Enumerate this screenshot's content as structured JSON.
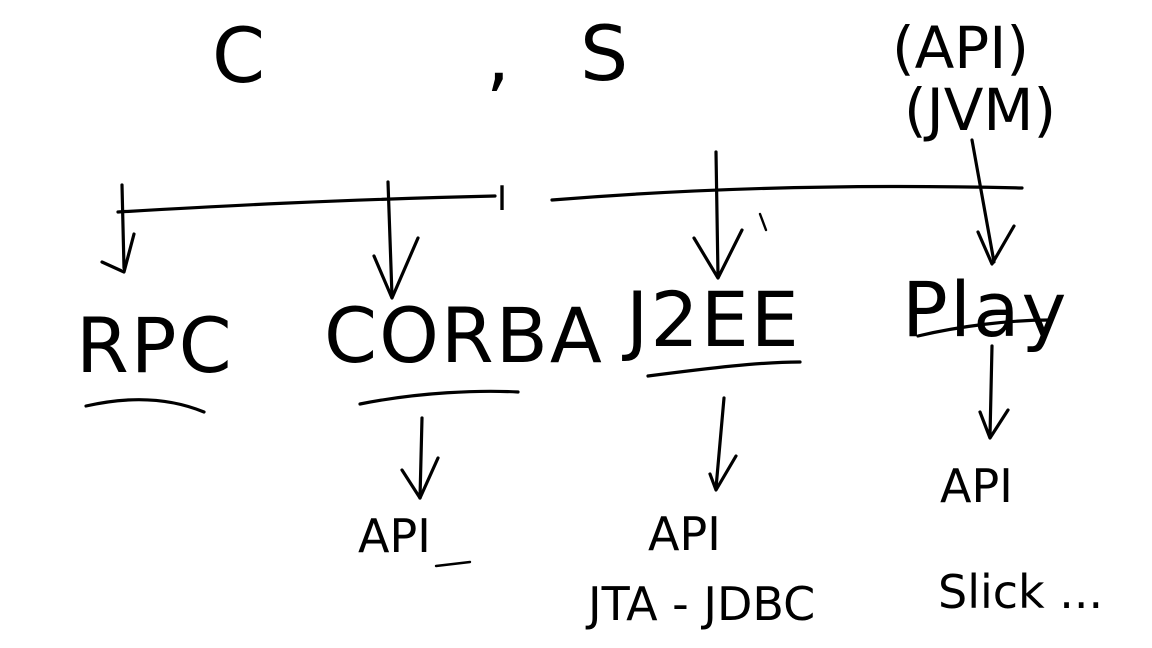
{
  "diagram": {
    "top_letters": [
      "C",
      ",",
      "S"
    ],
    "top_right": {
      "line1": "(API)",
      "line2": "(JVM)"
    },
    "bar_mark": "I",
    "nodes": [
      {
        "label": "RPC",
        "children": []
      },
      {
        "label": "CORBA",
        "children": [
          "API"
        ]
      },
      {
        "label": "J2EE",
        "children": [
          "API",
          "JTA - JDBC"
        ]
      },
      {
        "label": "Play",
        "children": [
          "API",
          "Slick ..."
        ]
      }
    ]
  }
}
